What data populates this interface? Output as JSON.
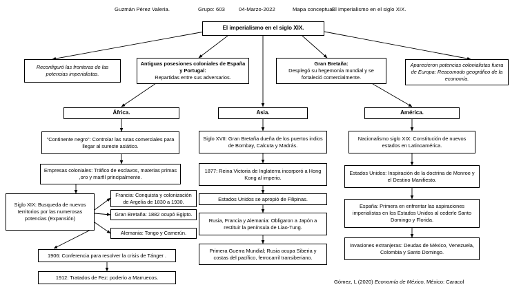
{
  "header": {
    "author": "Guzmán Pérez Valeria.",
    "group": "Grupo: 603",
    "date": "04-Marzo-2022",
    "doc_label": "Mapa conceptual:",
    "doc_title": "El imperialismo en el siglo XIX."
  },
  "root": {
    "label": "El imperialismo en el siglo XIX."
  },
  "level2": [
    {
      "id": "reconfiguro",
      "text": "Reconfiguró las fronteras de las potencias imperialistas.",
      "style": "italic"
    },
    {
      "id": "antiguas-posesiones",
      "bold_lead": "Antiguas posesiones coloniales de España y Portugal:",
      "text": " Repartidas entre sus adversarios."
    },
    {
      "id": "gran-bretana",
      "bold_lead": "Gran Bretaña:",
      "text": " Desplegó su hegemonía mundial y se fortaleció comercialmente."
    },
    {
      "id": "potencias-fuera-europa",
      "text": "Aparecieron potencias colonialistas fuera de Europa: Reacomodo geográfico de la economía.",
      "style": "italic"
    }
  ],
  "continents": [
    {
      "id": "africa",
      "label": "África."
    },
    {
      "id": "asia",
      "label": "Asia."
    },
    {
      "id": "america",
      "label": "América."
    }
  ],
  "africa_branch": [
    {
      "id": "continente-negro",
      "text": "\"Continente negro\": Controlar las rutas comerciales para llegar al sureste asiático."
    },
    {
      "id": "empresas-coloniales",
      "text": "Empresas coloniales: Tráfico de esclavos, materias primas ,oro y marfil principalmente."
    },
    {
      "id": "siglo-xix-busqueda",
      "text": "Siglo XIX: Busqueda de nuevos territorios por las numerosas potencias (Expansión)"
    },
    {
      "id": "francia",
      "text": "Francia: Conquista y colonización de Argelia de 1830 a 1930."
    },
    {
      "id": "gran-bretana-egipto",
      "text": "Gran Bretaña: 1882 ocupó Egipto."
    },
    {
      "id": "alemania",
      "text": "Alemania: Tongo y Camerún."
    },
    {
      "id": "conferencia-1906",
      "text": "1906: Conferencia para resolver la crisis de Tánger ."
    },
    {
      "id": "tratados-fez-1912",
      "text": "1912: Tratados de Fez: poderío a Marruecos."
    }
  ],
  "asia_branch": [
    {
      "id": "siglo-xvii-puertos",
      "text": "Siglo XVII: Gran Bretaña dueña de los puertos indios de Bombay, Calcuta y Madrás."
    },
    {
      "id": "reina-victoria-1877",
      "text": "1877: Reina Victoria de Inglaterra incorporó a Hong Kong al imperio."
    },
    {
      "id": "eeuu-filipinas",
      "text": "Estados Unidos se apropió de Filipinas."
    },
    {
      "id": "liao-tung",
      "text": "Rusia, Francia y Alemania: Obligaron a Japón a restituir la península de Liao-Tung."
    },
    {
      "id": "primera-guerra-mundial",
      "text": "Primera Guerra Mundial; Rusia ocupa Siberia y costas del pacífico, ferrocarril transiberiano."
    }
  ],
  "america_branch": [
    {
      "id": "nacionalismo",
      "text": "Nacionalismo siglo XIX: Constitución de nuevos estados en Latinoamérica."
    },
    {
      "id": "doctrina-monroe",
      "text": "Estados Unidos: Inspiración de la doctrina de Monroe y el Destino Manifiesto."
    },
    {
      "id": "espana-aspiraciones",
      "text": "España: Primera en enfrentar las aspiraciones imperialistas en los Estados Unidos al cederle Santo Domingo y Florida."
    },
    {
      "id": "invasiones-extranjeras",
      "text": "Invasiones extranjeras: Deudas de México, Venezuela, Colombia y Santo Domingo."
    }
  ],
  "citation": {
    "prefix": "Gómez, L (2020) ",
    "work": "Economía de México",
    "suffix": ", México: Caracol"
  },
  "colors": {
    "stroke": "#000000",
    "background": "#ffffff",
    "text": "#000000"
  }
}
